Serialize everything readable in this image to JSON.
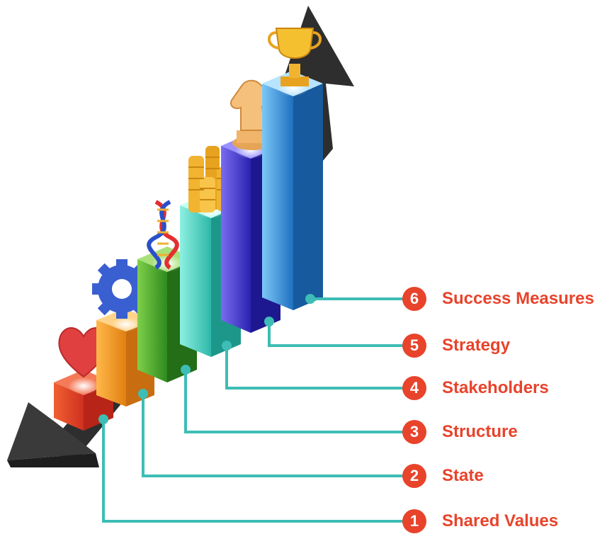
{
  "diagram": {
    "steps": [
      {
        "number": "1",
        "label": "Shared Values",
        "icon": "heart-icon"
      },
      {
        "number": "2",
        "label": "State",
        "icon": "gear-icon"
      },
      {
        "number": "3",
        "label": "Structure",
        "icon": "dna-icon"
      },
      {
        "number": "4",
        "label": "Stakeholders",
        "icon": "coins-icon"
      },
      {
        "number": "5",
        "label": "Strategy",
        "icon": "chess-knight-icon"
      },
      {
        "number": "6",
        "label": "Success Measures",
        "icon": "trophy-icon"
      }
    ],
    "colors": {
      "badge": "#e8432b",
      "label_text": "#e8432b",
      "connector": "#3dbdb5",
      "arrow": "#2e2e2e"
    }
  }
}
